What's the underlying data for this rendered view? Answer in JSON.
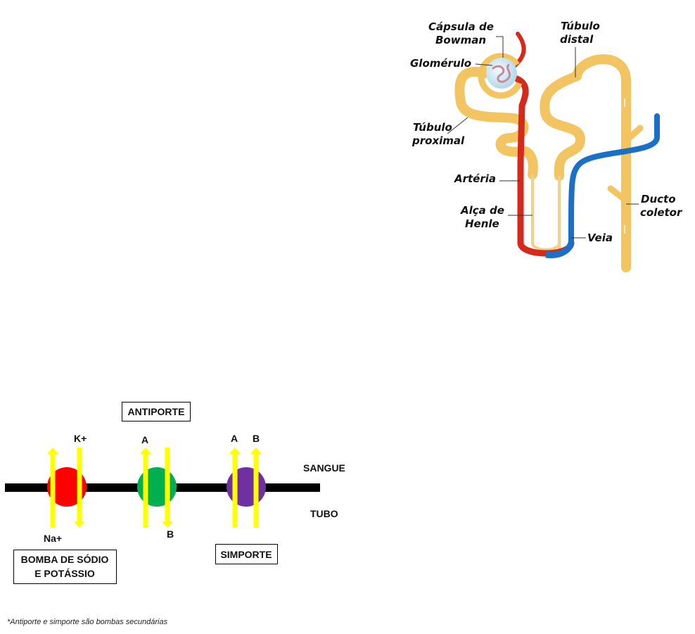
{
  "nephron": {
    "labels": {
      "capsula_line1": "Cápsula de",
      "capsula_line2": "Bowman",
      "glomerulo": "Glomérulo",
      "tubulo_distal_line1": "Túbulo",
      "tubulo_distal_line2": "distal",
      "tubulo_proximal_line1": "Túbulo",
      "tubulo_proximal_line2": "proximal",
      "arteria": "Artéria",
      "alca_line1": "Alça de",
      "alca_line2": "Henle",
      "ducto_line1": "Ducto",
      "ducto_line2": "coletor",
      "veia": "Veia"
    },
    "colors": {
      "tubule": "#F5C96A",
      "tubule_light": "#FBE2A6",
      "artery": "#D42A1B",
      "vein": "#1B6FC4",
      "glomerulus_fill": "#D6ECF5",
      "glomerulus_coil": "#C98A98"
    }
  },
  "membrane": {
    "sides": {
      "top": "SANGUE",
      "bottom": "TUBO"
    },
    "transporters": [
      {
        "name": "BOMBA DE SÓDIO E POTÁSSIO",
        "title_line1": "BOMBA DE SÓDIO",
        "title_line2": "E POTÁSSIO",
        "color": "#FF0000",
        "arrows": [
          {
            "label": "Na+",
            "direction": "up"
          },
          {
            "label": "K+",
            "direction": "down"
          }
        ]
      },
      {
        "name": "ANTIPORTE",
        "title_line1": "ANTIPORTE",
        "color": "#00B050",
        "arrows": [
          {
            "label": "A",
            "direction": "up"
          },
          {
            "label": "B",
            "direction": "down"
          }
        ]
      },
      {
        "name": "SIMPORTE",
        "title_line1": "SIMPORTE",
        "color": "#7030A0",
        "arrows": [
          {
            "label": "A",
            "direction": "up"
          },
          {
            "label": "B",
            "direction": "up"
          }
        ]
      }
    ],
    "arrow_color": "#FFFF00",
    "membrane_color": "#000000"
  },
  "footnote": "*Antiporte e simporte são bombas secundárias"
}
